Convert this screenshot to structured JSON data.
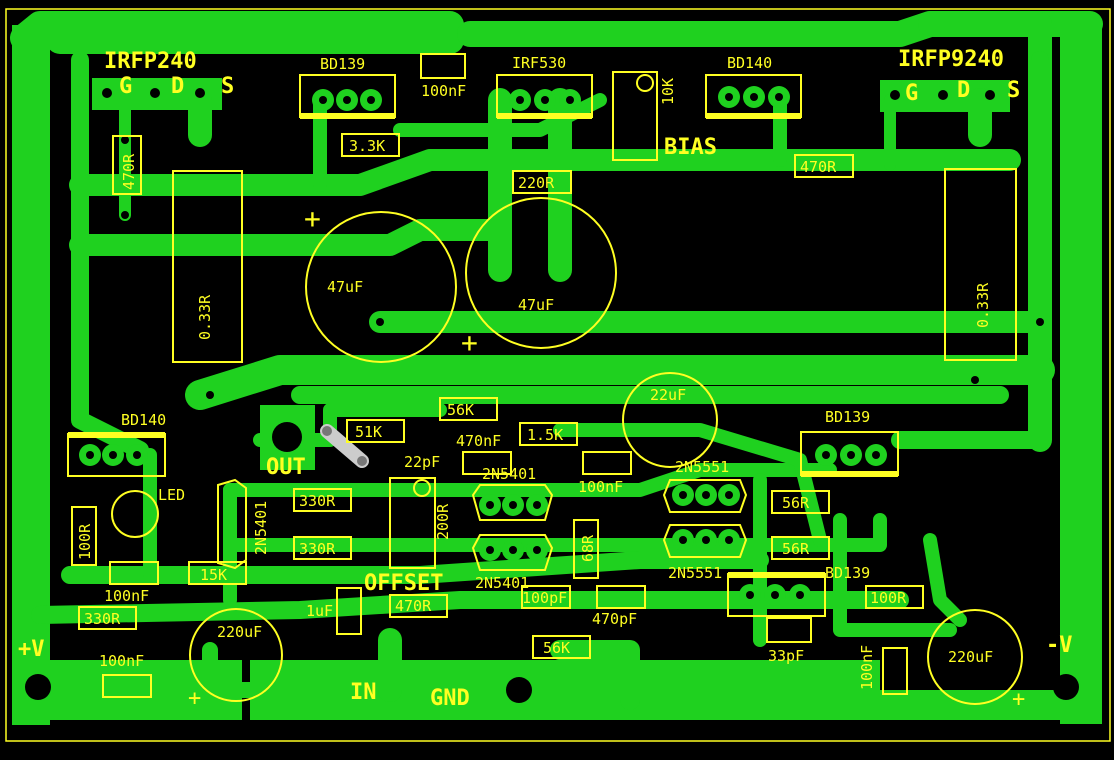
{
  "colors": {
    "background": "#000000",
    "copper": "#1fd11f",
    "silk": "#ffff22",
    "hole": "#000000"
  },
  "labels": {
    "irfp240": "IRFP240",
    "irfp240_g": "G",
    "irfp240_d": "D",
    "irfp240_s": "S",
    "irfp9240": "IRFP9240",
    "irfp9240_g": "G",
    "irfp9240_d": "D",
    "irfp9240_s": "S",
    "bd139_top": "BD139",
    "irf530": "IRF530",
    "bd140_top": "BD140",
    "c100nf_top": "100nF",
    "r10k": "10K",
    "bias": "BIAS",
    "r33k": "3.3K",
    "r470_left": "470R",
    "r470_right": "470R",
    "r220": "220R",
    "c47uf_left": "47uF",
    "c47uf_right": "47uF",
    "r033_left": "0.33R",
    "r033_right": "0.33R",
    "bd140_left": "BD140",
    "out": "OUT",
    "r51k": "51K",
    "r56k_top": "56K",
    "c470nf": "470nF",
    "r15k_top": "1.5K",
    "c22uf": "22uF",
    "c22pf": "22pF",
    "q2n5401_a": "2N5401",
    "q2n5551": "2N5551",
    "bd139_mid": "BD139",
    "led": "LED",
    "q2n5401_left": "2N5401",
    "r330_a": "330R",
    "r330_b": "330R",
    "r200": "200R",
    "c100nf_mid": "100nF",
    "r56_a": "56R",
    "r56_b": "56R",
    "r68": "68R",
    "r100_left": "100R",
    "q2n5401_b": "2N5401",
    "q2n5551_b": "2N5551",
    "bd139_low": "BD139",
    "c100nf_left": "100nF",
    "r15k_low": "15K",
    "offset": "OFFSET",
    "c100pf": "100pF",
    "c470pf": "470pF",
    "r100_right": "100R",
    "r330_low": "330R",
    "c1uf": "1uF",
    "r470_low": "470R",
    "c220uf_left": "220uF",
    "r56k_low": "56K",
    "c33pf": "33pF",
    "c100nf_right": "100nF",
    "c220uf_right": "220uF",
    "plus_v": "+V",
    "minus_v": "-V",
    "c100nf_bot": "100nF",
    "in": "IN",
    "gnd": "GND",
    "plus_1": "+",
    "plus_2": "+",
    "plus_3": "+",
    "plus_4": "+"
  }
}
